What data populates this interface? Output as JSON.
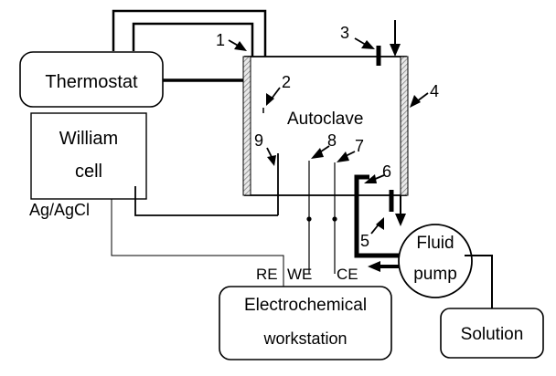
{
  "boxes": {
    "thermostat": "Thermostat",
    "william_line1": "William",
    "william_line2": "cell",
    "autoclave": "Autoclave",
    "fluid_line1": "Fluid",
    "fluid_line2": "pump",
    "solution": "Solution",
    "workstation_line1": "Electrochemical",
    "workstation_line2": "workstation"
  },
  "labels": {
    "agagcl": "Ag/AgCl",
    "re": "RE",
    "we": "WE",
    "ce": "CE"
  },
  "callouts": {
    "n1": "1",
    "n2": "2",
    "n3": "3",
    "n4": "4",
    "n5": "5",
    "n6": "6",
    "n7": "7",
    "n8": "8",
    "n9": "9"
  }
}
